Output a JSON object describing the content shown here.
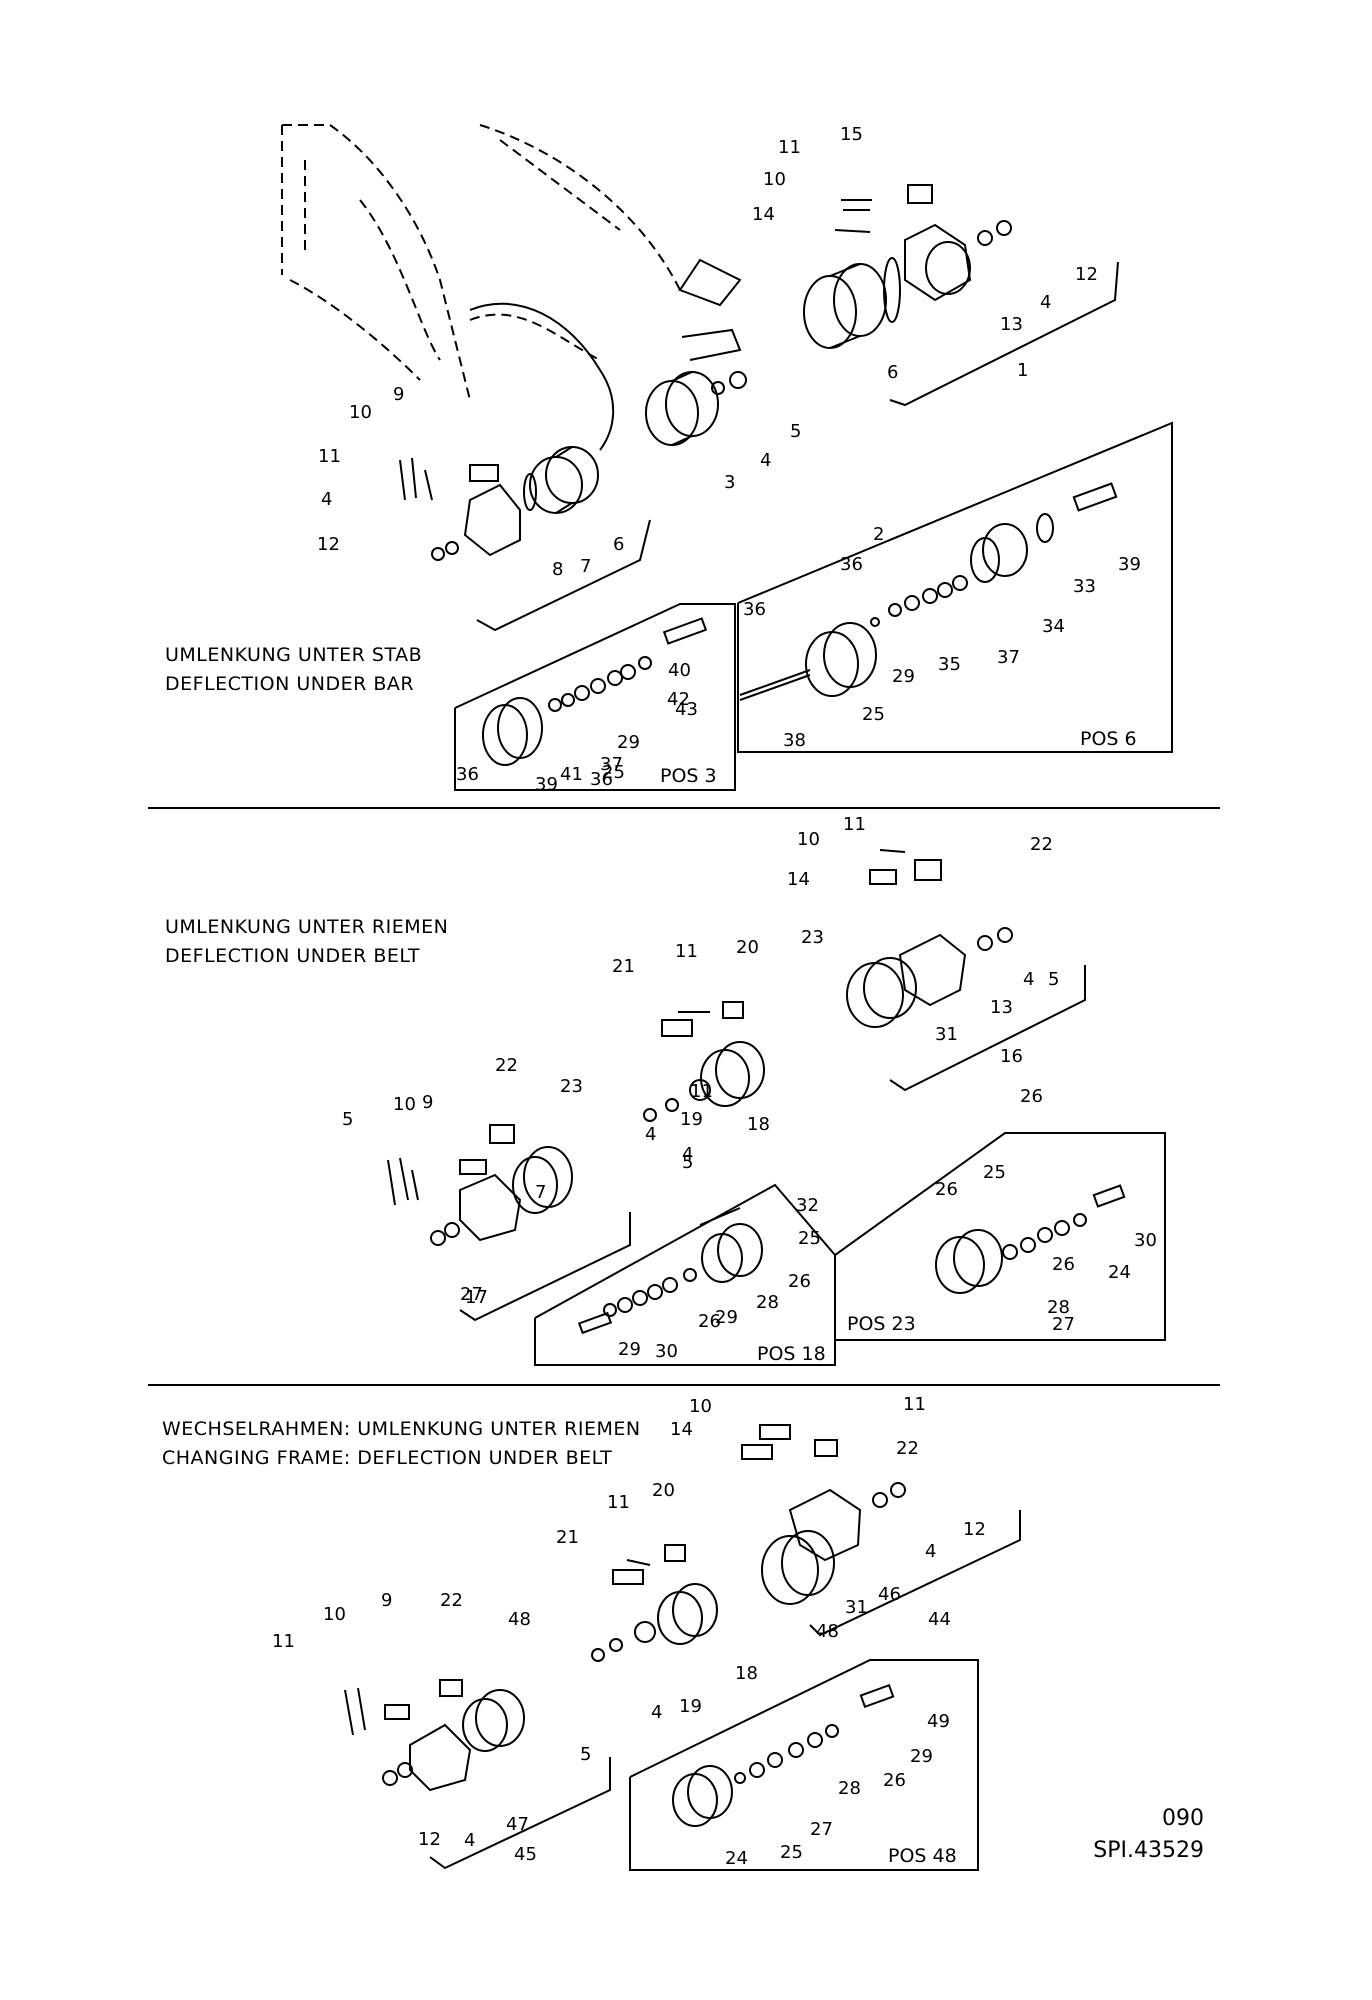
{
  "sections": [
    {
      "title_de": "UMLENKUNG UNTER STAB",
      "title_en": "DEFLECTION UNDER BAR"
    },
    {
      "title_de": "UMLENKUNG UNTER RIEMEN",
      "title_en": "DEFLECTION UNDER BELT"
    },
    {
      "title_de": "WECHSELRAHMEN: UMLENKUNG UNTER RIEMEN",
      "title_en": "CHANGING FRAME: DEFLECTION UNDER BELT"
    }
  ],
  "detail_boxes": [
    "POS 3",
    "POS 6",
    "POS 18",
    "POS 23",
    "POS 48"
  ],
  "page_number": "090",
  "drawing_id": "SPI.43529",
  "callouts": {
    "s1": [
      "11",
      "15",
      "10",
      "14",
      "12",
      "4",
      "13",
      "6",
      "1",
      "5",
      "4",
      "3",
      "9",
      "10",
      "11",
      "4",
      "12",
      "6",
      "8",
      "7",
      "2",
      "36",
      "36",
      "39",
      "33",
      "34",
      "35",
      "37",
      "29",
      "25",
      "38",
      "40",
      "42",
      "43",
      "29",
      "37",
      "36",
      "39",
      "41",
      "25",
      "36"
    ],
    "s2": [
      "11",
      "10",
      "22",
      "14",
      "23",
      "11",
      "20",
      "21",
      "5",
      "4",
      "13",
      "31",
      "16",
      "22",
      "23",
      "11",
      "10",
      "9",
      "5",
      "4",
      "19",
      "18",
      "5",
      "4",
      "7",
      "17",
      "27",
      "32",
      "25",
      "26",
      "28",
      "29",
      "26",
      "30",
      "29",
      "26",
      "25",
      "26",
      "24",
      "30",
      "26",
      "28",
      "27"
    ],
    "s3": [
      "10",
      "11",
      "14",
      "22",
      "20",
      "11",
      "12",
      "21",
      "4",
      "46",
      "31",
      "48",
      "44",
      "9",
      "22",
      "48",
      "10",
      "11",
      "18",
      "5",
      "4",
      "19",
      "49",
      "29",
      "26",
      "28",
      "27",
      "47",
      "12",
      "4",
      "45",
      "24",
      "25"
    ]
  }
}
